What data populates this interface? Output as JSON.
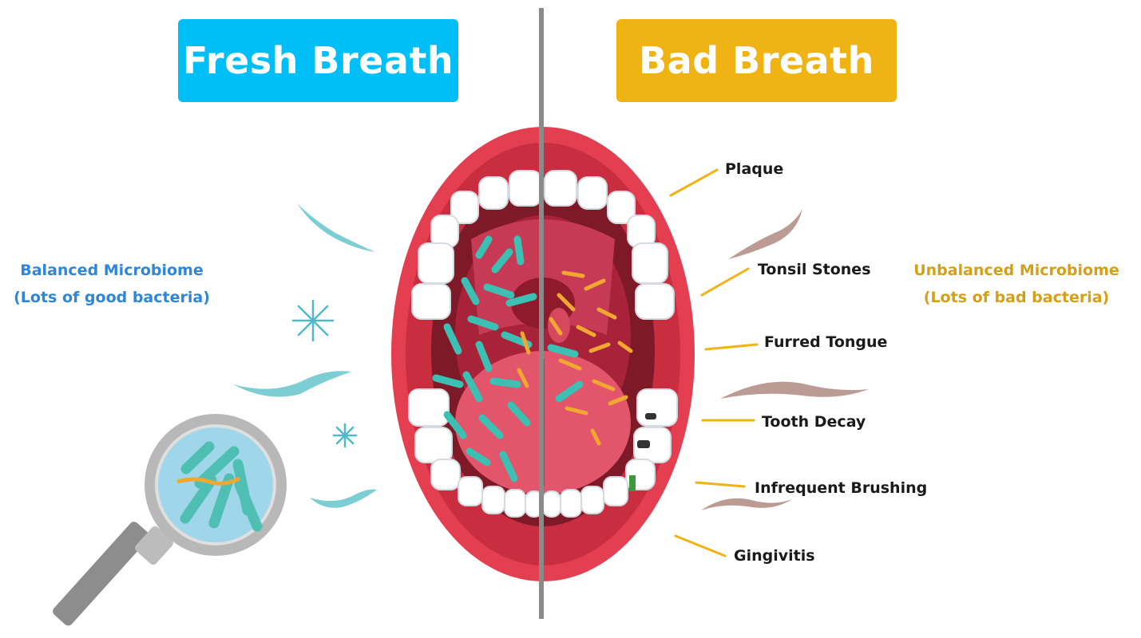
{
  "titles": {
    "fresh": "Fresh Breath",
    "bad": "Bad Breath"
  },
  "left_label": {
    "line1": "Balanced Microbiome",
    "line2": "(Lots of good bacteria)"
  },
  "right_label": {
    "line1": "Unbalanced Microbiome",
    "line2": "(Lots of bad bacteria)"
  },
  "callouts": [
    "Plaque",
    "Tonsil Stones",
    "Furred Tongue",
    "Tooth Decay",
    "Infrequent Brushing",
    "Gingivitis"
  ],
  "colors": {
    "fresh": "#00bff6",
    "bad": "#efb314",
    "good_bacteria": "#3cc0b4",
    "bad_bacteria": "#f0a830",
    "lips": "#e8404f",
    "divider": "#8a8a8a"
  }
}
